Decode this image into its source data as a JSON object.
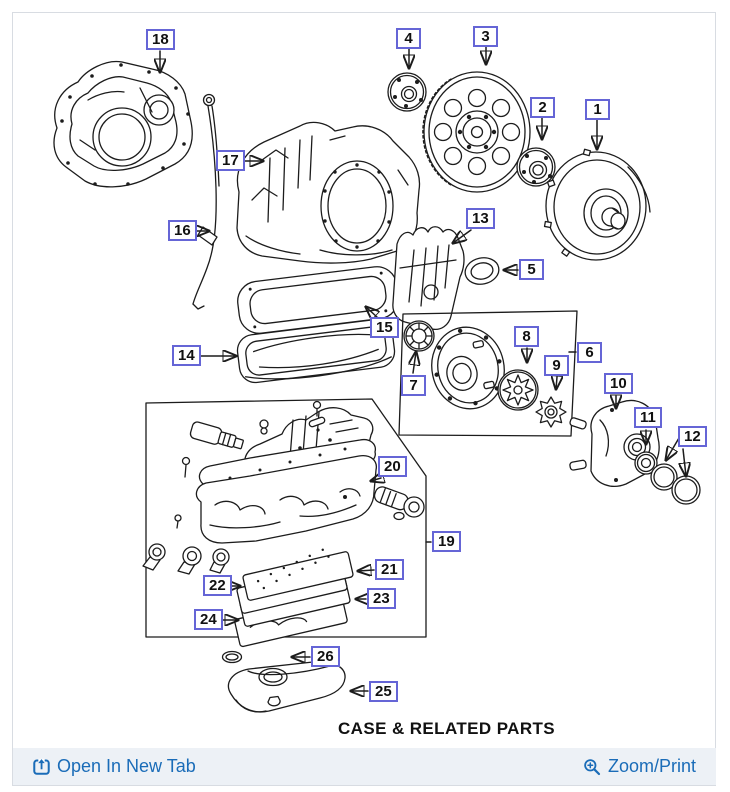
{
  "diagram": {
    "title": "CASE & RELATED PARTS",
    "callouts": {
      "c1": "1",
      "c2": "2",
      "c3": "3",
      "c4": "4",
      "c5": "5",
      "c6": "6",
      "c7": "7",
      "c8": "8",
      "c9": "9",
      "c10": "10",
      "c11": "11",
      "c12": "12",
      "c13": "13",
      "c14": "14",
      "c15": "15",
      "c16": "16",
      "c17": "17",
      "c18": "18",
      "c19": "19",
      "c20": "20",
      "c21": "21",
      "c22": "22",
      "c23": "23",
      "c24": "24",
      "c25": "25",
      "c26": "26"
    }
  },
  "footer": {
    "open_in_new_tab": {
      "label": "Open In New Tab",
      "icon": "open-in-new-tab-icon"
    },
    "zoom_print": {
      "label": "Zoom/Print",
      "icon": "zoom-in-icon"
    }
  },
  "colors": {
    "callout_border": "#6565d6",
    "link_blue": "#1a6cb8",
    "footer_bg": "#edf1f6",
    "frame_border": "#d8dce2",
    "line": "#1c1c1c"
  }
}
